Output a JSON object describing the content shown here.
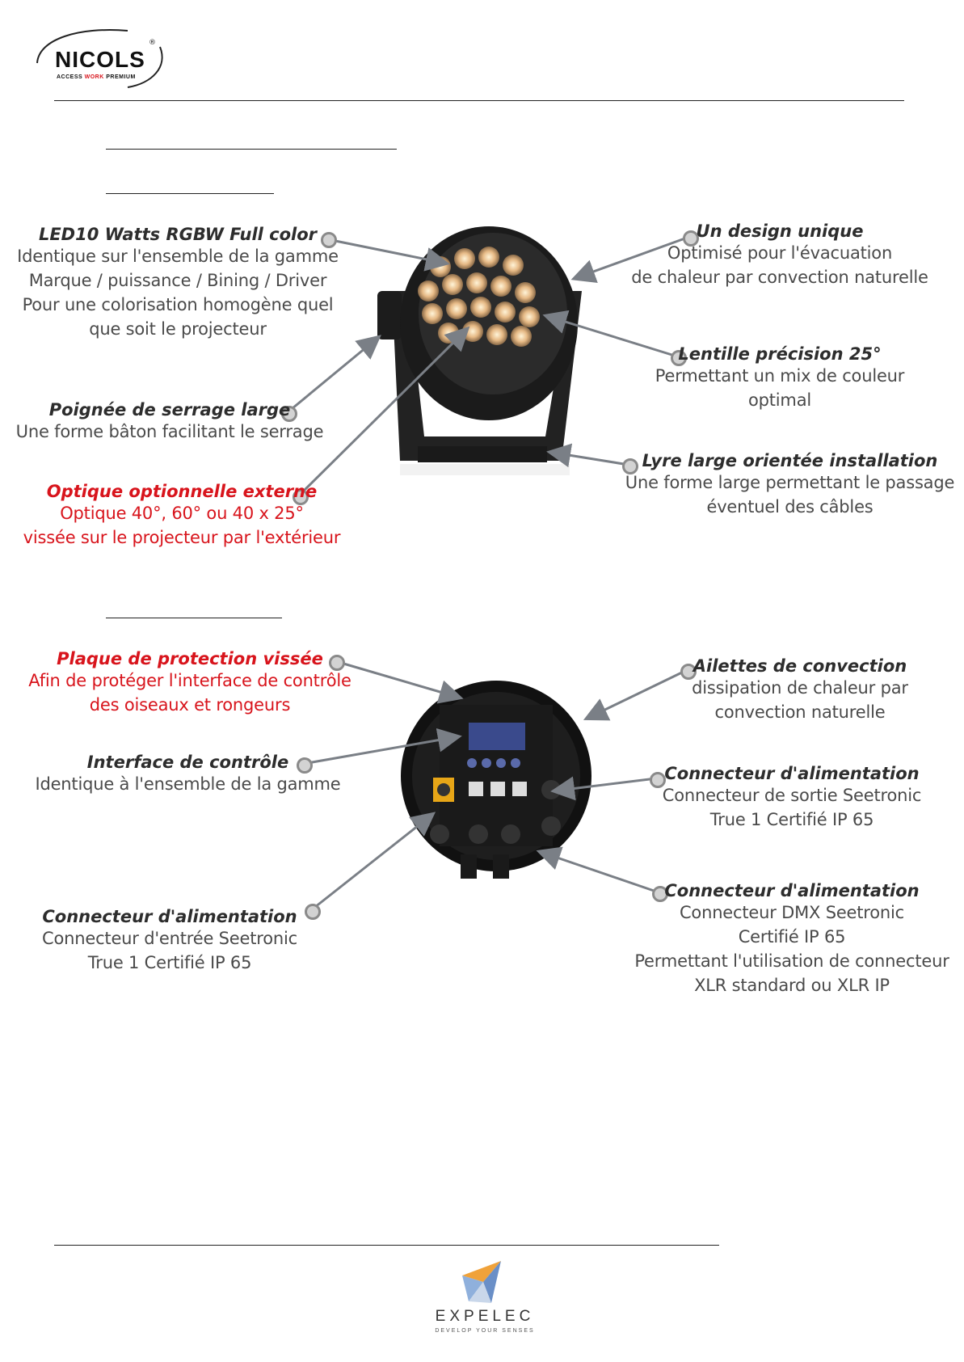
{
  "logo": {
    "brand": "NICOLS",
    "tagline_a": "ACCESS ",
    "tagline_b": "WORK",
    "tagline_c": " PREMIUM",
    "registered": "®"
  },
  "front": {
    "led": {
      "title": "LED10 Watts RGBW Full color",
      "lines": [
        "Identique sur l'ensemble de la gamme",
        "Marque / puissance / Bining / Driver",
        "Pour une colorisation homogène quel",
        "que soit le projecteur"
      ]
    },
    "poignee": {
      "title": "Poignée de serrage large",
      "lines": [
        "Une forme bâton facilitant le serrage"
      ]
    },
    "optique": {
      "title": "Optique optionnelle externe",
      "lines": [
        "Optique 40°, 60° ou 40 x 25°",
        "vissée sur le projecteur par l'extérieur"
      ]
    },
    "design": {
      "title": "Un design unique",
      "lines": [
        "Optimisé pour l'évacuation",
        "de chaleur par convection naturelle"
      ]
    },
    "lentille": {
      "title": "Lentille précision 25°",
      "lines": [
        "Permettant un mix de couleur",
        "optimal"
      ]
    },
    "lyre": {
      "title": "Lyre large orientée installation",
      "lines": [
        "Une forme large permettant le passage",
        "éventuel des câbles"
      ]
    }
  },
  "back": {
    "plaque": {
      "title": "Plaque de protection vissée",
      "lines": [
        "Afin de protéger l'interface de contrôle",
        "des oiseaux et rongeurs"
      ]
    },
    "interface": {
      "title": "Interface de contrôle",
      "lines": [
        "Identique à l'ensemble de la gamme"
      ]
    },
    "conn_in": {
      "title": "Connecteur d'alimentation",
      "lines": [
        "Connecteur d'entrée Seetronic",
        "True 1 Certifié IP 65"
      ]
    },
    "ailettes": {
      "title": "Ailettes de convection",
      "lines": [
        "dissipation de chaleur par",
        "convection naturelle"
      ]
    },
    "conn_out": {
      "title": "Connecteur d'alimentation",
      "lines": [
        "Connecteur de sortie Seetronic",
        "True 1 Certifié IP 65"
      ]
    },
    "conn_dmx": {
      "title": "Connecteur d'alimentation",
      "lines": [
        "Connecteur DMX Seetronic",
        "Certifié IP 65",
        "Permettant l'utilisation de connecteur",
        "XLR standard ou XLR IP"
      ]
    }
  },
  "footer": {
    "brand": "EXPELEC",
    "tagline": "DEVELOP YOUR SENSES"
  },
  "colors": {
    "accent_red": "#d8141c",
    "text_gray": "#4a4a4a"
  }
}
